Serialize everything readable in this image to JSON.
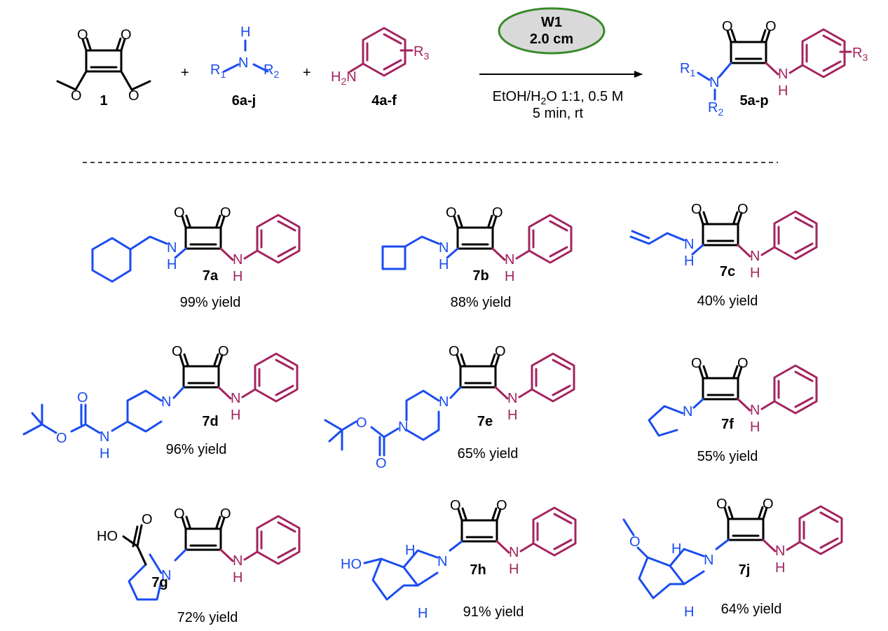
{
  "colors": {
    "reagent_blue": "#1a4cf0",
    "aniline_magenta": "#a3245f",
    "oval_fill": "#d9d9d9",
    "oval_stroke": "#3a8a2a"
  },
  "reaction": {
    "reagent1": {
      "label": "1"
    },
    "reagent2": {
      "label": "6a-j",
      "r1": "R",
      "r1_sub": "1",
      "r2": "R",
      "r2_sub": "2",
      "n": "N",
      "h": "H"
    },
    "reagent3": {
      "label": "4a-f",
      "nh2": "H",
      "nh2_sub": "2",
      "nh2_n": "N",
      "r3": "R",
      "r3_sub": "3"
    },
    "plus": "+",
    "oval": {
      "line1": "W1",
      "line2": "2.0 cm"
    },
    "conditions": {
      "line1_a": "EtOH/H",
      "line1_sub": "2",
      "line1_b": "O 1:1, 0.5 M",
      "line2": "5 min, rt"
    },
    "product": {
      "label": "5a-p",
      "r1": "R",
      "r1_sub": "1",
      "r2": "R",
      "r2_sub": "2",
      "r3": "R",
      "r3_sub": "3",
      "n": "N",
      "nh": "N",
      "h": "H"
    }
  },
  "atoms": {
    "O": "O",
    "N": "N",
    "H": "H",
    "NH": "NH",
    "HO": "HO"
  },
  "compounds": [
    {
      "id": "7a",
      "yield": "99% yield"
    },
    {
      "id": "7b",
      "yield": "88% yield"
    },
    {
      "id": "7c",
      "yield": "40% yield"
    },
    {
      "id": "7d",
      "yield": "96% yield"
    },
    {
      "id": "7e",
      "yield": "65% yield"
    },
    {
      "id": "7f",
      "yield": "55% yield"
    },
    {
      "id": "7g",
      "yield": "72% yield"
    },
    {
      "id": "7h",
      "yield": "91% yield"
    },
    {
      "id": "7j",
      "yield": "64% yield"
    }
  ]
}
